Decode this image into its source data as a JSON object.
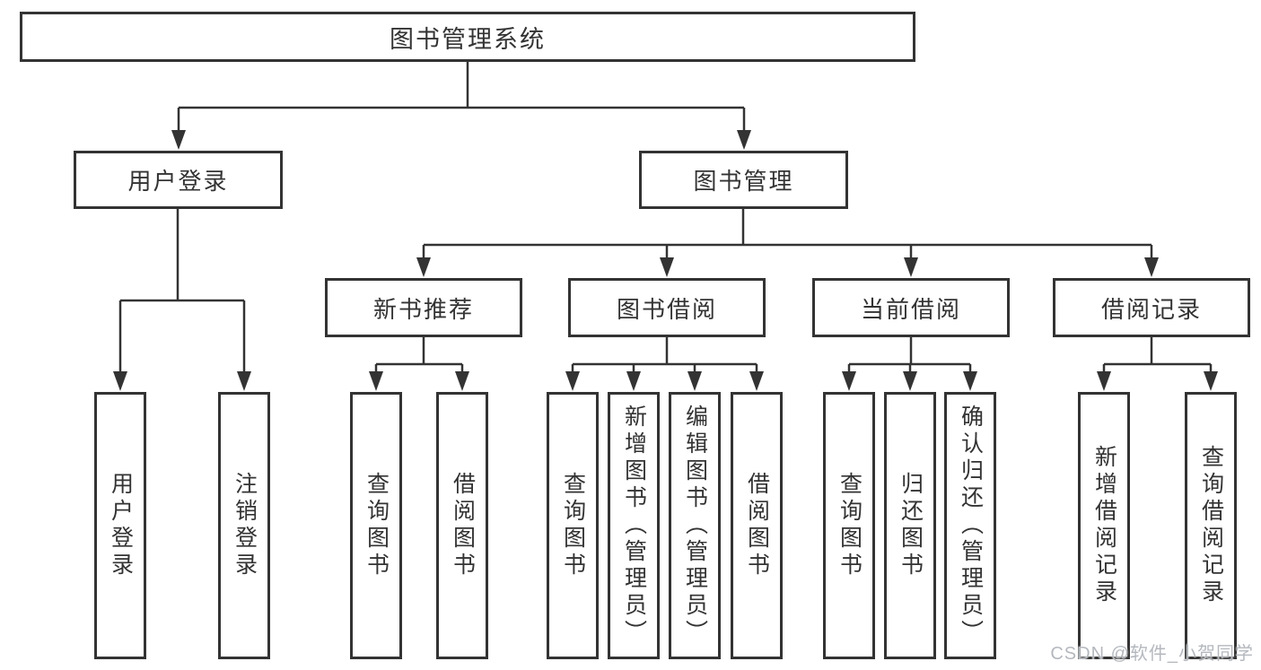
{
  "diagram": {
    "root": "图书管理系统",
    "branches": [
      {
        "label": "用户登录",
        "children": [
          "用户登录",
          "注销登录"
        ]
      },
      {
        "label": "图书管理",
        "children": [
          {
            "label": "新书推荐",
            "children": [
              "查询图书",
              "借阅图书"
            ]
          },
          {
            "label": "图书借阅",
            "children": [
              "查询图书",
              "新增图书（管理员）",
              "编辑图书（管理员）",
              "借阅图书"
            ]
          },
          {
            "label": "当前借阅",
            "children": [
              "查询图书",
              "归还图书",
              "确认归还（管理员）"
            ]
          },
          {
            "label": "借阅记录",
            "children": [
              "新增借阅记录",
              "查询借阅记录"
            ]
          }
        ]
      }
    ],
    "colors": {
      "line": "#333333",
      "box_border": "#333333",
      "text": "#333333",
      "background": "#ffffff",
      "watermark": "#b4b8be"
    }
  },
  "watermark": {
    "text": "CSDN @软件_小贺同学"
  }
}
